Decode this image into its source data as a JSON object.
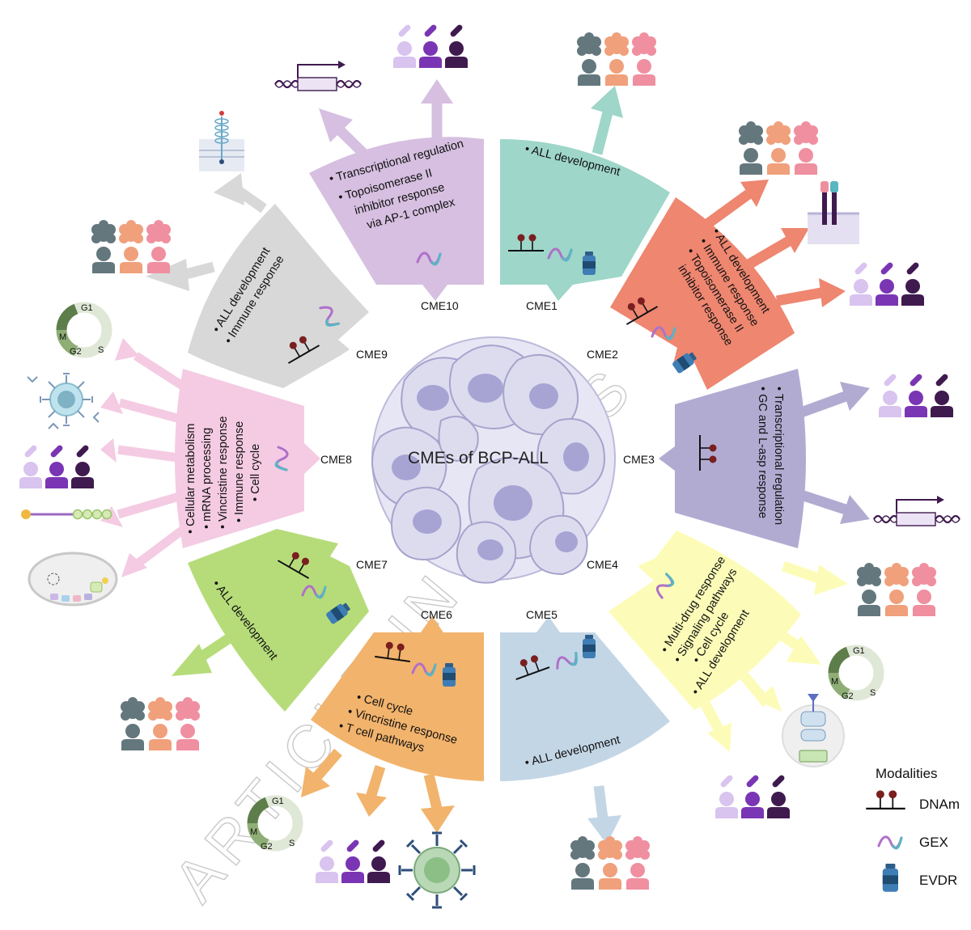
{
  "center_title": "CMEs of BCP-ALL",
  "watermark": "ARTICLE IN PRESS",
  "colors": {
    "cme10": "#d6bfe0",
    "cme1": "#9ed6c9",
    "cme2": "#ee8670",
    "cme3": "#b1abd2",
    "cme4": "#fcfcb8",
    "cme5": "#c3d6e6",
    "cme6": "#f2b36c",
    "cme7": "#b6dc7a",
    "cme8": "#f4cbe3",
    "cme9": "#d8d8d8",
    "patient_light": "#d9c3ef",
    "patient_mid": "#7a35b4",
    "patient_dark": "#3f1a4f",
    "cell_dark": "#63777d",
    "cell_salmon": "#f0a07b",
    "cell_pink": "#ef8fa0"
  },
  "cmes": [
    {
      "id": "CME10",
      "bullets": [
        "Transcriptional regulation",
        "Topoisomerase II",
        "inhibitor response",
        "via AP-1 complex"
      ],
      "modalities": [
        "GEX"
      ],
      "outputs": [
        "drug-response-patients-icon",
        "transcription-gene-icon"
      ]
    },
    {
      "id": "CME1",
      "bullets": [
        "ALL development"
      ],
      "modalities": [
        "DNAm",
        "GEX",
        "EVDR"
      ],
      "outputs": [
        "leukemia-subtype-patients-icon"
      ]
    },
    {
      "id": "CME2",
      "bullets": [
        "ALL development",
        "Immune response",
        "Topoisomerase II",
        "inhibitor response"
      ],
      "modalities": [
        "DNAm",
        "GEX",
        "EVDR"
      ],
      "outputs": [
        "leukemia-subtype-patients-icon",
        "membrane-receptor-icon",
        "drug-response-patients-icon"
      ]
    },
    {
      "id": "CME3",
      "bullets": [
        "Transcriptional regulation",
        "GC and L-asp response"
      ],
      "modalities": [
        "DNAm"
      ],
      "outputs": [
        "drug-response-patients-icon",
        "transcription-gene-icon"
      ]
    },
    {
      "id": "CME4",
      "bullets": [
        "Multi-drug response",
        "Signaling pathways",
        "Cell cycle",
        "ALL development"
      ],
      "modalities": [
        "GEX"
      ],
      "outputs": [
        "leukemia-subtype-patients-icon",
        "cell-cycle-icon",
        "signaling-cell-icon",
        "drug-response-patients-icon"
      ]
    },
    {
      "id": "CME5",
      "bullets": [
        "ALL development"
      ],
      "modalities": [
        "DNAm",
        "GEX",
        "EVDR"
      ],
      "outputs": [
        "leukemia-subtype-patients-icon"
      ]
    },
    {
      "id": "CME6",
      "bullets": [
        "Cell cycle",
        "Vincristine response",
        "T cell pathways"
      ],
      "modalities": [
        "DNAm",
        "GEX",
        "EVDR"
      ],
      "outputs": [
        "cell-cycle-icon",
        "drug-response-patients-icon",
        "t-cell-icon"
      ]
    },
    {
      "id": "CME7",
      "bullets": [
        "ALL development"
      ],
      "modalities": [
        "DNAm",
        "GEX",
        "EVDR"
      ],
      "outputs": [
        "leukemia-subtype-patients-icon"
      ]
    },
    {
      "id": "CME8",
      "bullets": [
        "Cellular metabolism",
        "mRNA processing",
        "Vincristine response",
        "Immune response",
        "Cell cycle"
      ],
      "modalities": [
        "GEX"
      ],
      "outputs": [
        "cell-cycle-icon",
        "immune-cell-icon",
        "drug-response-patients-icon",
        "mrna-icon",
        "mitochondrion-icon"
      ]
    },
    {
      "id": "CME9",
      "bullets": [
        "ALL development",
        "Immune response"
      ],
      "modalities": [
        "DNAm",
        "GEX"
      ],
      "outputs": [
        "membrane-receptor-icon",
        "leukemia-subtype-patients-icon"
      ]
    }
  ],
  "cell_cycle_phases": [
    "G1",
    "M",
    "G2",
    "S"
  ],
  "legend": {
    "title": "Modalities",
    "items": [
      {
        "label": "DNAm",
        "icon": "dnam-icon"
      },
      {
        "label": "GEX",
        "icon": "gex-icon"
      },
      {
        "label": "EVDR",
        "icon": "evdr-icon"
      }
    ]
  }
}
